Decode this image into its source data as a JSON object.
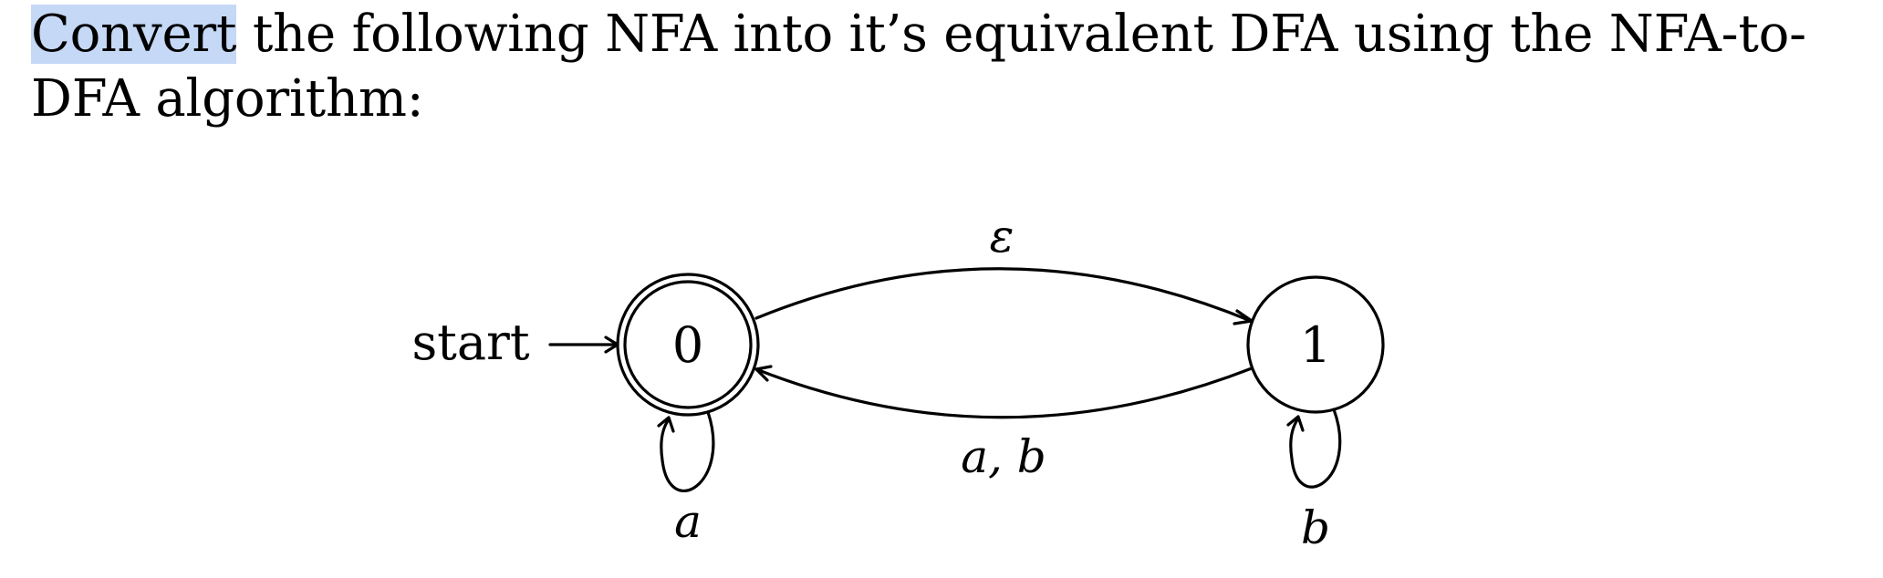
{
  "prompt": {
    "highlighted_word": "Convert",
    "text_rest": " the following NFA into it’s equivalent DFA using the NFA-to-DFA algorithm:"
  },
  "nfa": {
    "start_label": "start",
    "states": [
      {
        "id": "0",
        "label": "0",
        "accepting": true,
        "initial": true
      },
      {
        "id": "1",
        "label": "1",
        "accepting": false,
        "initial": false
      }
    ],
    "transitions": [
      {
        "from": "0",
        "to": "1",
        "label": "ε"
      },
      {
        "from": "1",
        "to": "0",
        "label": "a, b"
      },
      {
        "from": "0",
        "to": "0",
        "label": "a"
      },
      {
        "from": "1",
        "to": "1",
        "label": "b"
      }
    ]
  }
}
